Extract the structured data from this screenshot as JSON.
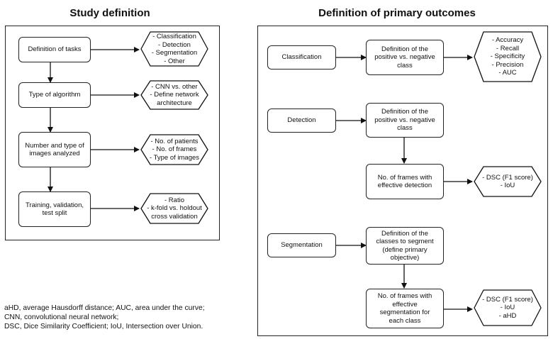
{
  "study": {
    "title": "Study definition",
    "steps": [
      {
        "label": "Definition of tasks",
        "detail": "- Classification\n- Detection\n- Segmentation\n- Other"
      },
      {
        "label": "Type of algorithm",
        "detail": "- CNN vs. other\n- Define network\narchitecture"
      },
      {
        "label": "Number and type of\nimages analyzed",
        "detail": "- No. of patients\n- No. of frames\n- Type of images"
      },
      {
        "label": "Training, validation,\ntest split",
        "detail": "- Ratio\n- k-fold vs. holdout\ncross validation"
      }
    ]
  },
  "outcomes": {
    "title": "Definition of primary outcomes",
    "classification": {
      "label": "Classification",
      "definition": "Definition of the\npositive vs. negative\nclass",
      "metrics": "- Accuracy\n- Recall\n- Specificity\n- Precision\n- AUC"
    },
    "detection": {
      "label": "Detection",
      "definition": "Definition of the\npositive vs. negative\nclass",
      "frames": "No. of frames with\neffective detection",
      "metrics": "- DSC (F1 score)\n- IoU"
    },
    "segmentation": {
      "label": "Segmentation",
      "definition": "Definition of the\nclasses to segment\n(define primary\nobjective)",
      "frames": "No. of frames with\neffective\nsegmentation for\neach class",
      "metrics": "- DSC (F1 score)\n- IoU\n- aHD"
    }
  },
  "footnote": "aHD, average Hausdorff distance; AUC, area under the curve;\nCNN, convolutional neural network;\nDSC, Dice Similarity Coefficient; IoU, Intersection over Union."
}
